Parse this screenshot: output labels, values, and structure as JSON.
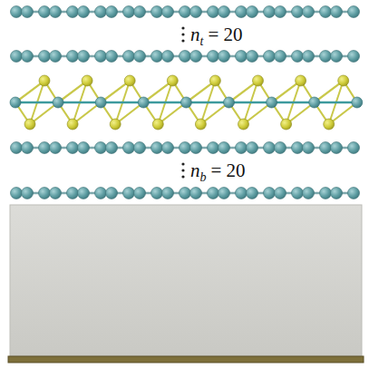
{
  "diagram": {
    "labels": [
      "n",
      "t",
      "= 20",
      "n",
      "b",
      "= 20"
    ]
  }
}
